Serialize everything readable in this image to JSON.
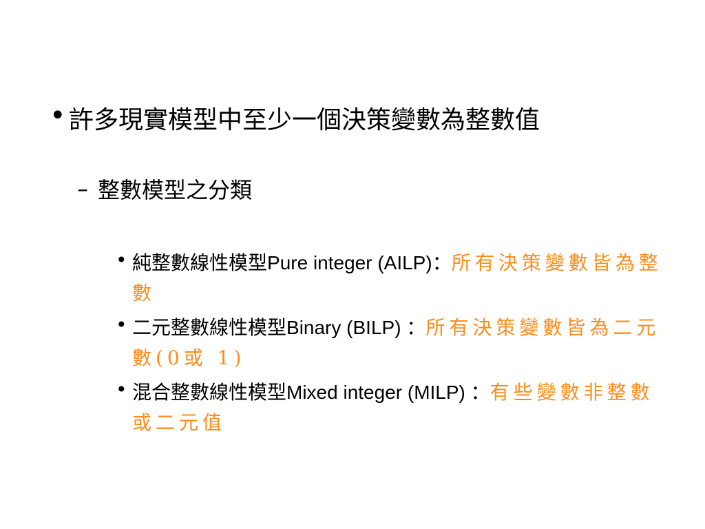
{
  "slide": {
    "level1": {
      "bullet": "•",
      "text": "許多現實模型中至少一個決策變數為整數值"
    },
    "level2": {
      "bullet": "–",
      "text": "整數模型之分類"
    },
    "items": [
      {
        "bullet": "•",
        "title_zh": "純整數線性模型",
        "title_en": "Pure integer (AILP)",
        "separator": "：",
        "description": "所有決策變數皆為整數"
      },
      {
        "bullet": "•",
        "title_zh": "二元整數線性模型",
        "title_en": "Binary (BILP) ",
        "separator": "：",
        "description": "所有決策變數皆為二元數(0或 1)"
      },
      {
        "bullet": "•",
        "title_zh": "混合整數線性模型",
        "title_en": "Mixed integer (MILP) ",
        "separator": "：",
        "description": "有些變數非整數或二元值"
      }
    ],
    "colors": {
      "text": "#000000",
      "accent": "#ff8c1a",
      "background": "#ffffff"
    }
  }
}
